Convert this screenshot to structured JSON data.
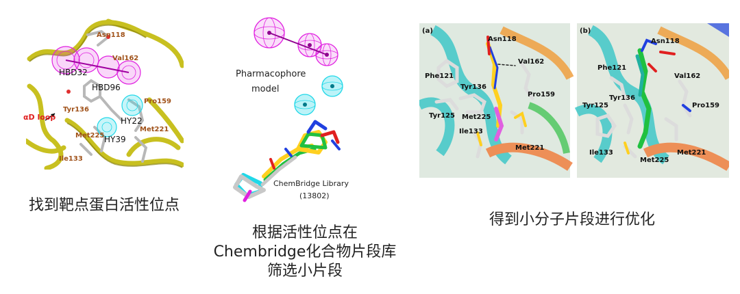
{
  "panel1": {
    "labels": {
      "asn118": "Asn118",
      "val162": "Val162",
      "hbd32": "HBD32",
      "hbd96": "HBD96",
      "tyr136": "Tyr136",
      "pro159": "Pro159",
      "hy22": "HY22",
      "met221": "Met221",
      "hy39": "HY39",
      "met225": "Met225",
      "ile133": "Ile133",
      "ad_loop": "αD loop"
    },
    "caption": "找到靶点蛋白活性位点"
  },
  "panel2": {
    "pharmacophore_line1": "Pharmacophore",
    "pharmacophore_line2": "model",
    "library_line1": "ChemBridge Library",
    "library_line2": "(13802)",
    "caption_line1": "根据活性位点在",
    "caption_line2": "Chembridge化合物片段库",
    "caption_line3": "筛选小片段"
  },
  "panel3": {
    "a": {
      "tag": "(a)",
      "asn118": "Asn118",
      "val162": "Val162",
      "phe121": "Phe121",
      "tyr136": "Tyr136",
      "pro159": "Pro159",
      "tyr125": "Tyr125",
      "met225": "Met225",
      "ile133": "Ile133",
      "met221": "Met221"
    },
    "b": {
      "tag": "(b)",
      "asn118": "Asn118",
      "phe121": "Phe121",
      "val162": "Val162",
      "tyr125": "Tyr125",
      "tyr136": "Tyr136",
      "pro159": "Pro159",
      "ile133": "Ile133",
      "met225": "Met225",
      "met221": "Met221"
    },
    "caption": "得到小分子片段进行优化"
  },
  "colors": {
    "ribbon_yellow": "#c8c020",
    "mesh_magenta": "#e020e0",
    "mesh_cyan": "#20d8e8",
    "label_brown": "#a0521a",
    "label_red": "#e02020",
    "carbon_gray": "#c8c8c8"
  }
}
